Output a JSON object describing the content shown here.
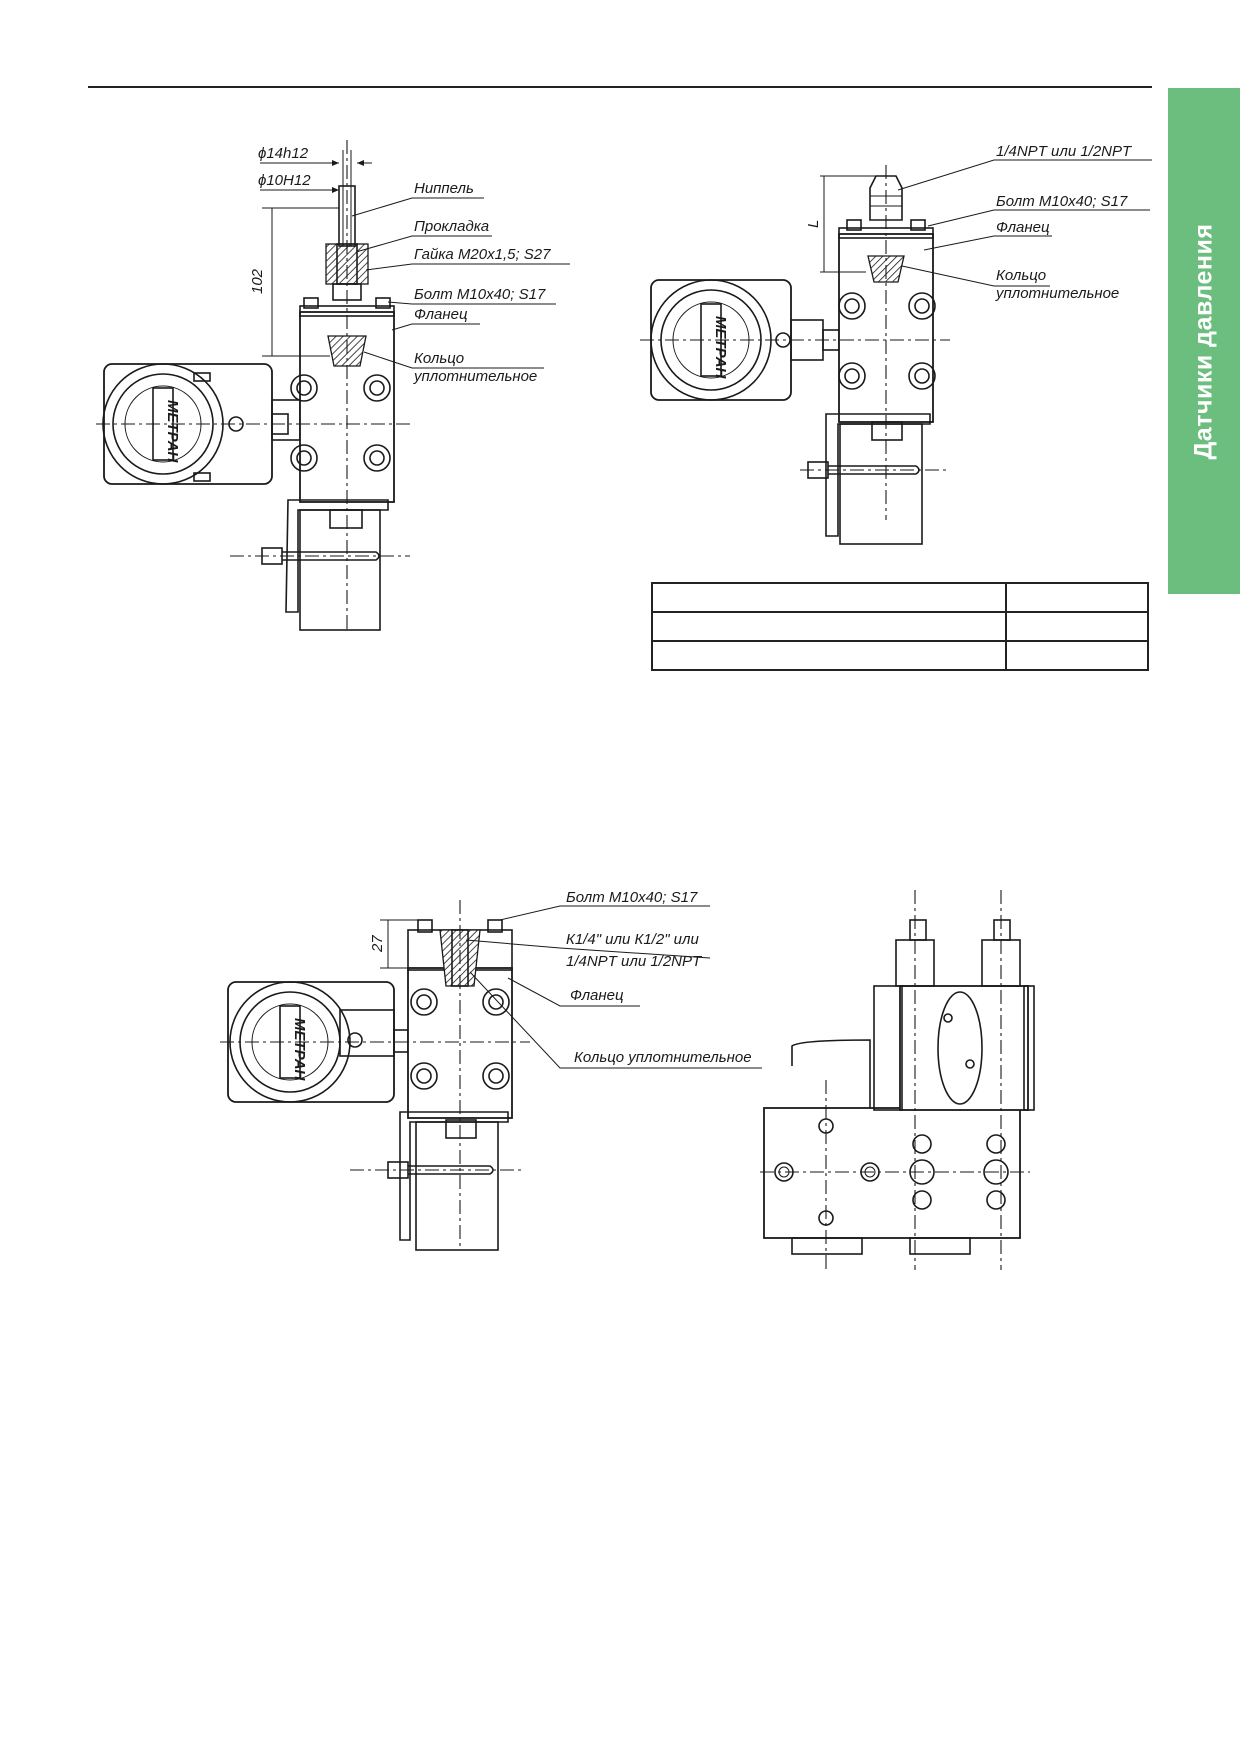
{
  "side_tab": {
    "label": "Датчики давления"
  },
  "figure_top_left": {
    "dim_d14": "ϕ14h12",
    "dim_d10": "ϕ10H12",
    "dim_102": "102",
    "callouts": [
      "Ниппель",
      "Прокладка",
      "Гайка М20х1,5; S27",
      "Болт М10х40; S17",
      "Фланец",
      "Кольцо",
      "уплотнительное"
    ],
    "logo": "МЕТРАН"
  },
  "figure_top_right": {
    "dim_L": "L",
    "callouts": [
      "1/4NPT или 1/2NPT",
      "Болт М10х40; S17",
      "Фланец",
      "Кольцо",
      "уплотнительное"
    ],
    "logo": "МЕТРАН"
  },
  "figure_bottom_left": {
    "dim_27": "27",
    "callouts": [
      "Болт М10х40; S17",
      "К1/4\" или К1/2\" или",
      "1/4NPT или 1/2NPT",
      "Фланец",
      "Кольцо уплотнительное"
    ],
    "logo": "МЕТРАН"
  },
  "table": {
    "rows": 3,
    "cols": 2
  }
}
